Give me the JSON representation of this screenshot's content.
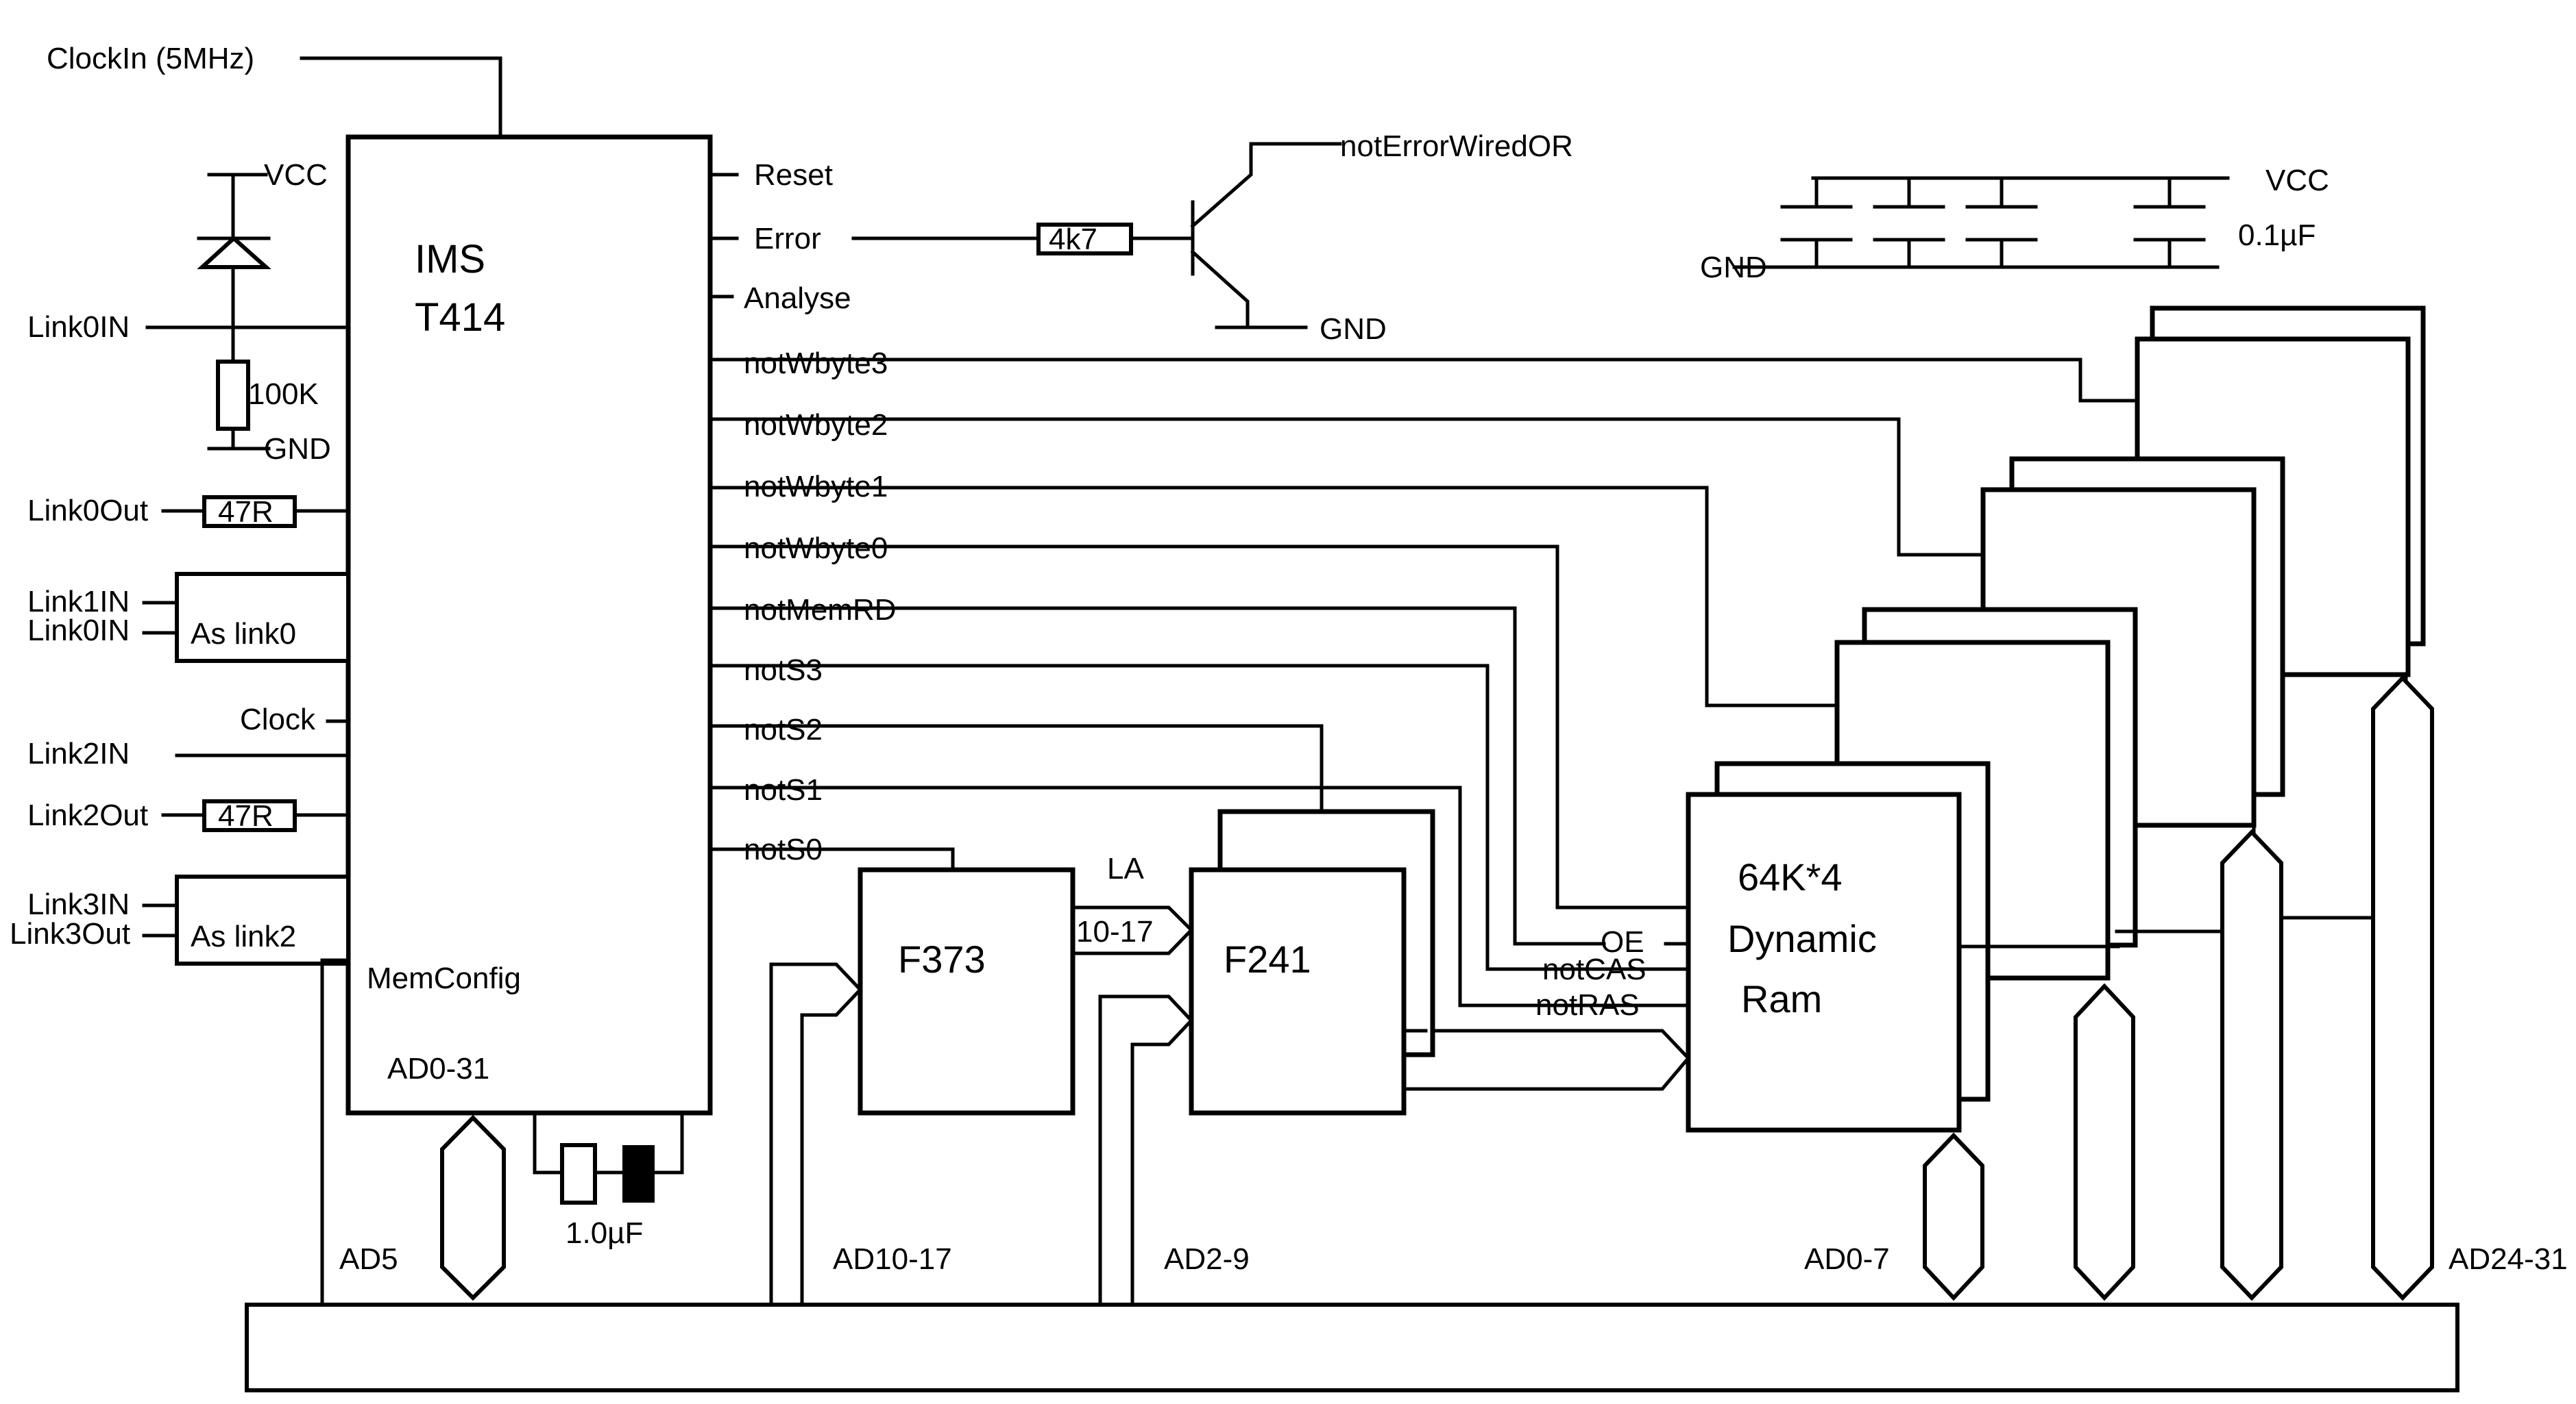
{
  "cpu": {
    "name": "IMS",
    "model": "T414",
    "memconfig": "MemConfig",
    "bus": "AD0-31"
  },
  "inputs": {
    "clockin": "ClockIn (5MHz)",
    "link0in": "Link0IN",
    "link0out": "Link0Out",
    "link1in": "Link1IN",
    "link1in_b": "Link0IN",
    "as_link0": "As link0",
    "clock": "Clock",
    "link2in": "Link2IN",
    "link2out": "Link2Out",
    "link3in": "Link3IN",
    "link3out": "Link3Out",
    "as_link2": "As link2"
  },
  "components": {
    "vcc": "VCC",
    "gnd": "GND",
    "r100k": "100K",
    "r47a": "47R",
    "r47b": "47R",
    "r4k7": "4k7",
    "cap": "1.0µF",
    "cap_bank": "0.1µF",
    "vcc2": "VCC",
    "gnd2": "GND",
    "gnd3": "GND",
    "error_or": "notErrorWiredOR"
  },
  "signals": [
    "Reset",
    "Error",
    "Analyse",
    "notWbyte3",
    "notWbyte2",
    "notWbyte1",
    "notWbyte0",
    "notMemRD",
    "notS3",
    "notS2",
    "notS1",
    "notS0"
  ],
  "chips": {
    "latch": "F373",
    "buffer": "F241",
    "la": "LA",
    "la_range": "10-17",
    "ram1": "64K*4",
    "ram2": "Dynamic",
    "ram3": "Ram"
  },
  "ram_pins": {
    "oe": "OE",
    "cas": "notCAS",
    "ras": "notRAS"
  },
  "bus_labels": {
    "ad5": "AD5",
    "ad10_17": "AD10-17",
    "ad2_9": "AD2-9",
    "ad0_7": "AD0-7",
    "ad24_31": "AD24-31"
  }
}
